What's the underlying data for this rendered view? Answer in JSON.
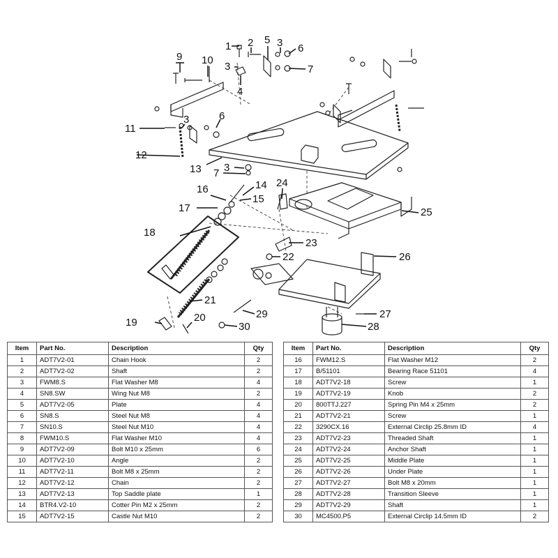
{
  "diagram": {
    "callouts": [
      "1",
      "2",
      "3",
      "5",
      "6",
      "9",
      "10",
      "3",
      "4",
      "7",
      "6",
      "3",
      "11",
      "12",
      "13",
      "3",
      "7",
      "24",
      "14",
      "16",
      "15",
      "17",
      "25",
      "18",
      "23",
      "22",
      "26",
      "21",
      "27",
      "29",
      "19",
      "20",
      "30",
      "28"
    ]
  },
  "table": {
    "headers": {
      "item": "Item",
      "part_no": "Part No.",
      "description": "Description",
      "qty": "Qty"
    },
    "left_rows": [
      {
        "item": "1",
        "part": "ADT7V2-01",
        "desc": "Chain Hook",
        "qty": "2"
      },
      {
        "item": "2",
        "part": "ADT7V2-02",
        "desc": "Shaft",
        "qty": "2"
      },
      {
        "item": "3",
        "part": "FWM8.S",
        "desc": "Flat Washer M8",
        "qty": "4"
      },
      {
        "item": "4",
        "part": "SN8.SW",
        "desc": "Wing Nut M8",
        "qty": "2"
      },
      {
        "item": "5",
        "part": "ADT7V2-05",
        "desc": "Plate",
        "qty": "4"
      },
      {
        "item": "6",
        "part": "SN8.S",
        "desc": "Steel Nut M8",
        "qty": "4"
      },
      {
        "item": "7",
        "part": "SN10.S",
        "desc": "Steel Nut M10",
        "qty": "4"
      },
      {
        "item": "8",
        "part": "FWM10.S",
        "desc": "Flat Washer M10",
        "qty": "4"
      },
      {
        "item": "9",
        "part": "ADT7V2-09",
        "desc": "Bolt M10 x 25mm",
        "qty": "6"
      },
      {
        "item": "10",
        "part": "ADT7V2-10",
        "desc": "Angle",
        "qty": "2"
      },
      {
        "item": "11",
        "part": "ADT7V2-11",
        "desc": "Bolt M8 x 25mm",
        "qty": "2"
      },
      {
        "item": "12",
        "part": "ADT7V2-12",
        "desc": "Chain",
        "qty": "2"
      },
      {
        "item": "13",
        "part": "ADT7V2-13",
        "desc": "Top Saddle plate",
        "qty": "1"
      },
      {
        "item": "14",
        "part": "BTR4.V2-10",
        "desc": "Cotter Pin M2 x 25mm",
        "qty": "2"
      },
      {
        "item": "15",
        "part": "ADT7V2-15",
        "desc": "Castle Nut M10",
        "qty": "2"
      }
    ],
    "right_rows": [
      {
        "item": "16",
        "part": "FWM12.S",
        "desc": "Flat Washer M12",
        "qty": "2"
      },
      {
        "item": "17",
        "part": "B/51101",
        "desc": "Bearing Race 51101",
        "qty": "4"
      },
      {
        "item": "18",
        "part": "ADT7V2-18",
        "desc": "Screw",
        "qty": "1"
      },
      {
        "item": "19",
        "part": "ADT7V2-19",
        "desc": "Knob",
        "qty": "2"
      },
      {
        "item": "20",
        "part": "800TTJ.227",
        "desc": "Spring Pin M4 x 25mm",
        "qty": "2"
      },
      {
        "item": "21",
        "part": "ADT7V2-21",
        "desc": "Screw",
        "qty": "1"
      },
      {
        "item": "22",
        "part": "3290CX.16",
        "desc": "External Circlip 25.8mm ID",
        "qty": "4"
      },
      {
        "item": "23",
        "part": "ADT7V2-23",
        "desc": "Threaded Shaft",
        "qty": "1"
      },
      {
        "item": "24",
        "part": "ADT7V2-24",
        "desc": "Anchor Shaft",
        "qty": "1"
      },
      {
        "item": "25",
        "part": "ADT7V2-25",
        "desc": "Middle Plate",
        "qty": "1"
      },
      {
        "item": "26",
        "part": "ADT7V2-26",
        "desc": "Under Plate",
        "qty": "1"
      },
      {
        "item": "27",
        "part": "ADT7V2-27",
        "desc": "Bolt M8 x 20mm",
        "qty": "1"
      },
      {
        "item": "28",
        "part": "ADT7V2-28",
        "desc": "Transition Sleeve",
        "qty": "1"
      },
      {
        "item": "29",
        "part": "ADT7V2-29",
        "desc": "Shaft",
        "qty": "1"
      },
      {
        "item": "30",
        "part": "MC4500.P5",
        "desc": "External Circlip 14.5mm ID",
        "qty": "2"
      }
    ]
  }
}
